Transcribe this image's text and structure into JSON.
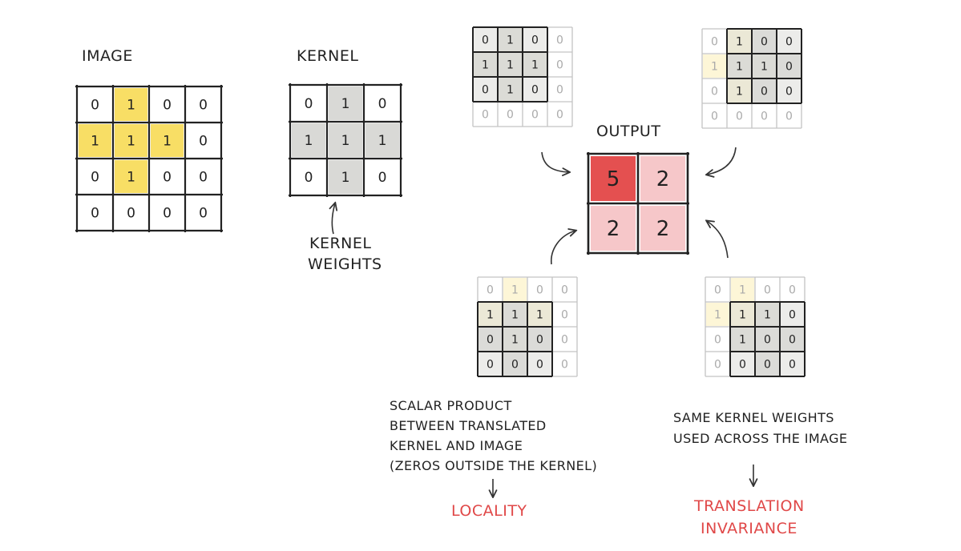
{
  "labels": {
    "image": "IMAGE",
    "kernel": "KERNEL",
    "output": "OUTPUT",
    "kernel_weights": [
      "KERNEL",
      "WEIGHTS"
    ],
    "locality_note": [
      "SCALAR PRODUCT",
      "BETWEEN TRANSLATED",
      "KERNEL AND IMAGE",
      "(ZEROS OUTSIDE THE KERNEL)"
    ],
    "invariance_note": [
      "SAME KERNEL WEIGHTS",
      "USED ACROSS THE IMAGE"
    ],
    "locality": "LOCALITY",
    "translation_invariance": [
      "TRANSLATION",
      "INVARIANCE"
    ]
  },
  "colors": {
    "image_highlight": "#f7d84a",
    "kernel_fill": "#d9d9d6",
    "output_strong": "#e45050",
    "output_light": "#f6c7c9",
    "accent_text": "#e04848"
  },
  "image": [
    [
      "0",
      "1",
      "0",
      "0"
    ],
    [
      "1",
      "1",
      "1",
      "0"
    ],
    [
      "0",
      "1",
      "0",
      "0"
    ],
    [
      "0",
      "0",
      "0",
      "0"
    ]
  ],
  "kernel": [
    [
      "0",
      "1",
      "0"
    ],
    [
      "1",
      "1",
      "1"
    ],
    [
      "0",
      "1",
      "0"
    ]
  ],
  "output": [
    [
      "5",
      "2"
    ],
    [
      "2",
      "2"
    ]
  ]
}
